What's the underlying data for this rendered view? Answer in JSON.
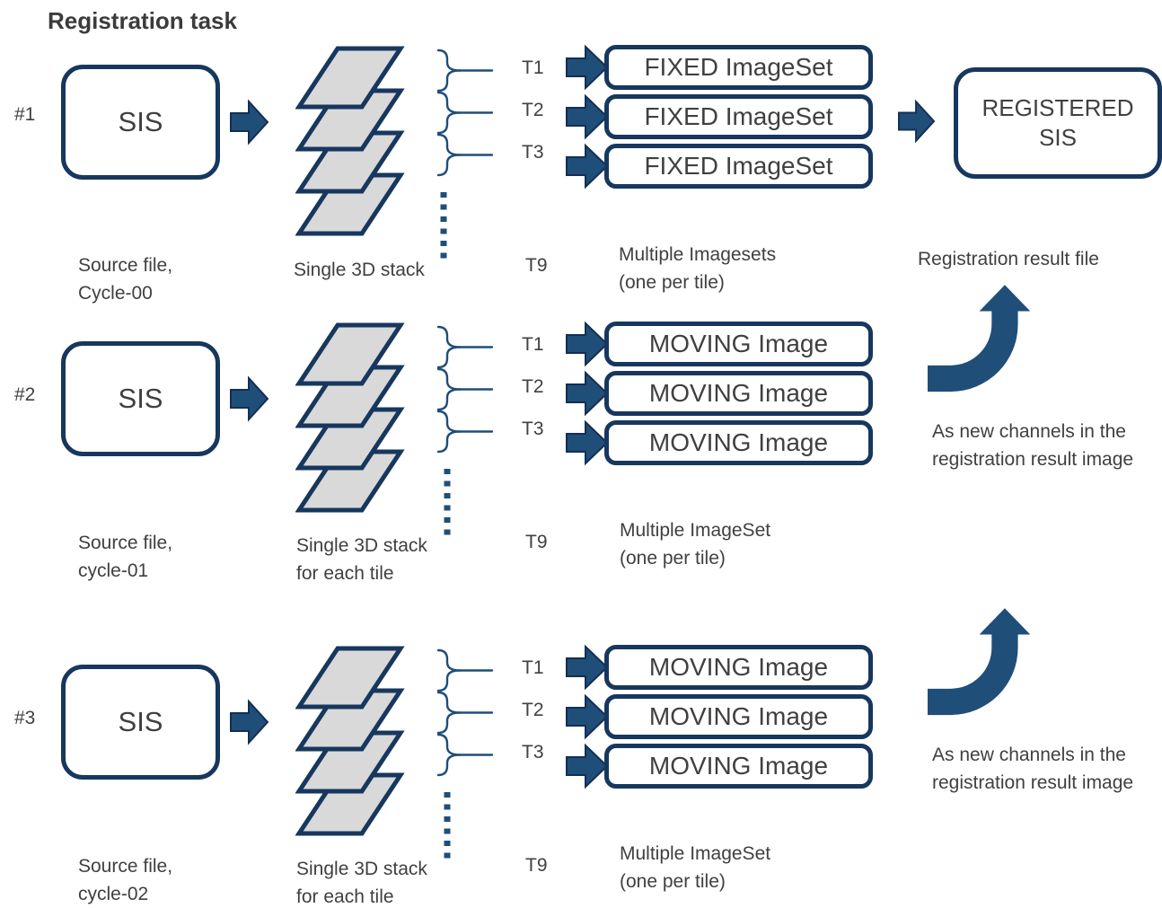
{
  "title": "Registration task",
  "colors": {
    "navy_border": "#17375e",
    "navy_fill": "#1f4e79",
    "arrow_outline": "#142f52",
    "tile_gray": "#d9d9d9",
    "text_gray": "#404040"
  },
  "rows": [
    {
      "row_label": "#1",
      "source_box": "SIS",
      "source_caption_line1": "Source file,",
      "source_caption_line2": "Cycle-00",
      "stack_caption_line1": "Single 3D stack",
      "tile_labels": [
        "T1",
        "T2",
        "T3"
      ],
      "more_tiles_label": "T9",
      "imageset_boxes": [
        "FIXED ImageSet",
        "FIXED ImageSet",
        "FIXED ImageSet"
      ],
      "boxes_caption_line1": "Multiple Imagesets",
      "boxes_caption_line2": "(one per tile)",
      "result_box_line1": "REGISTERED",
      "result_box_line2": "SIS",
      "result_caption": "Registration result file"
    },
    {
      "row_label": "#2",
      "source_box": "SIS",
      "source_caption_line1": "Source file,",
      "source_caption_line2": "cycle-01",
      "stack_caption_line1": "Single 3D stack",
      "stack_caption_line2": "for each tile",
      "tile_labels": [
        "T1",
        "T2",
        "T3"
      ],
      "more_tiles_label": "T9",
      "imageset_boxes": [
        "MOVING Image",
        "MOVING Image",
        "MOVING Image"
      ],
      "boxes_caption_line1": "Multiple ImageSet",
      "boxes_caption_line2": "(one per tile)",
      "result_caption_line1": "As new channels in the",
      "result_caption_line2": "registration result image"
    },
    {
      "row_label": "#3",
      "source_box": "SIS",
      "source_caption_line1": "Source file,",
      "source_caption_line2": "cycle-02",
      "stack_caption_line1": "Single 3D stack",
      "stack_caption_line2": "for each tile",
      "tile_labels": [
        "T1",
        "T2",
        "T3"
      ],
      "more_tiles_label": "T9",
      "imageset_boxes": [
        "MOVING Image",
        "MOVING Image",
        "MOVING Image"
      ],
      "boxes_caption_line1": "Multiple ImageSet",
      "boxes_caption_line2": "(one per tile)",
      "result_caption_line1": "As new channels in the",
      "result_caption_line2": "registration result image"
    }
  ]
}
